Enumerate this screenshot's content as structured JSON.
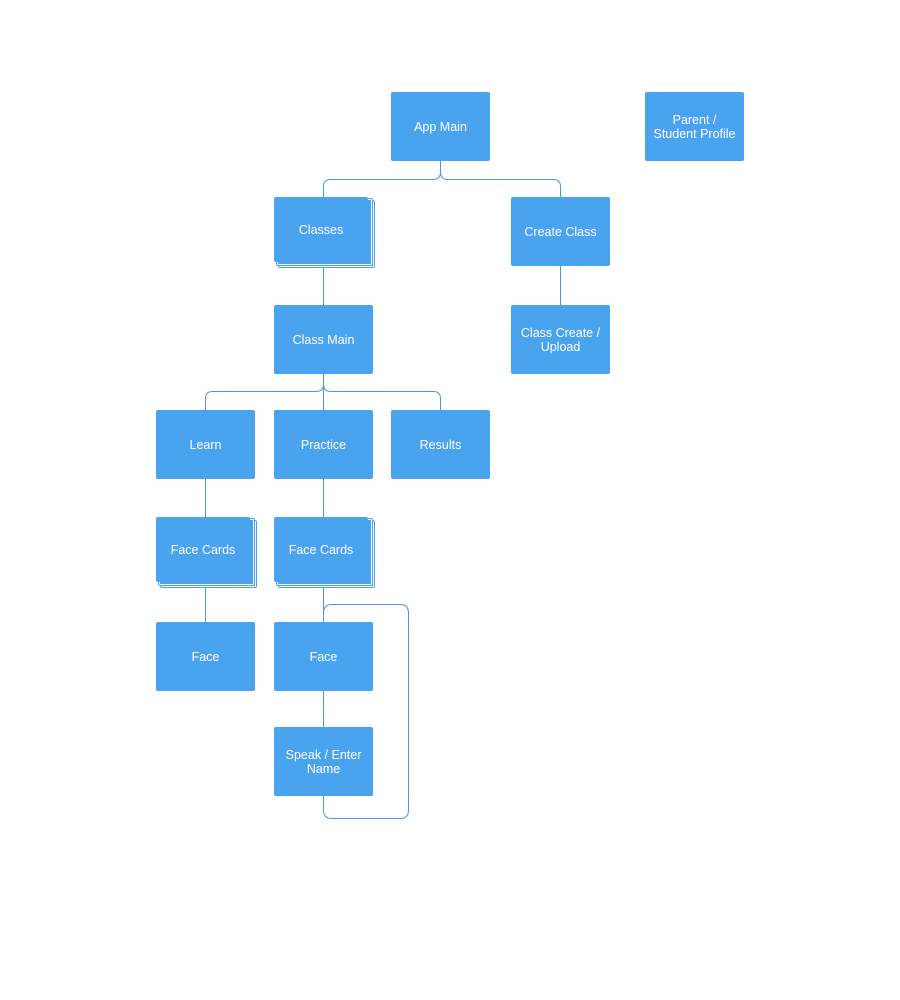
{
  "diagram": {
    "nodes": {
      "app_main": "App Main",
      "parent_student_profile": "Parent / Student Profile",
      "classes": "Classes",
      "create_class": "Create Class",
      "class_main": "Class Main",
      "class_create_upload": "Class Create / Upload",
      "learn": "Learn",
      "practice": "Practice",
      "results": "Results",
      "learn_face_cards": "Face Cards",
      "practice_face_cards": "Face Cards",
      "learn_face": "Face",
      "practice_face": "Face",
      "speak_enter_name": "Speak / Enter Name"
    },
    "colors": {
      "node_fill": "#4aa3ee",
      "connector": "#4a96e8",
      "node_text": "#ffffff",
      "background": "#ffffff"
    }
  }
}
